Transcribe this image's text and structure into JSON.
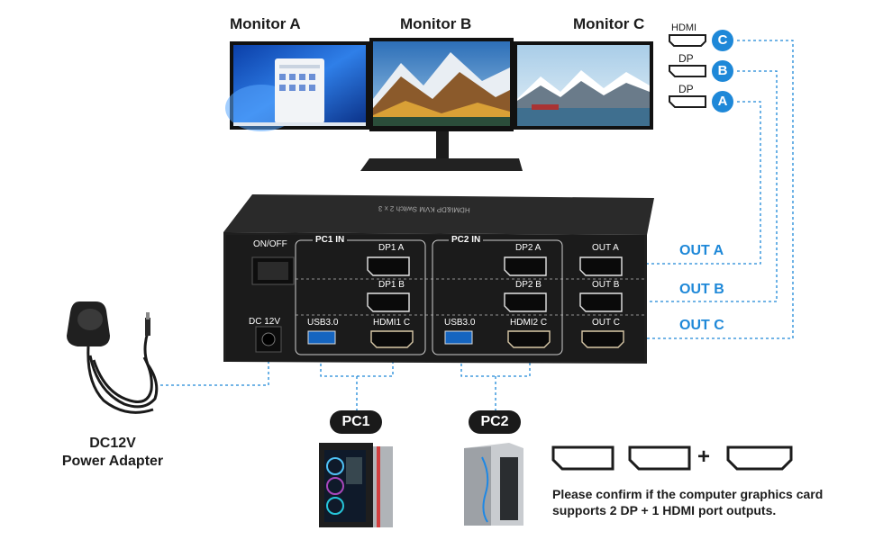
{
  "monitors": [
    {
      "label": "Monitor A"
    },
    {
      "label": "Monitor B"
    },
    {
      "label": "Monitor C"
    }
  ],
  "legend": [
    {
      "port": "HDMI",
      "letter": "C"
    },
    {
      "port": "DP",
      "letter": "B"
    },
    {
      "port": "DP",
      "letter": "A"
    }
  ],
  "kvm": {
    "top_text": "HDMI&DP KVM Switch 2 x 3",
    "power_label": "ON/OFF",
    "dc_label": "DC 12V",
    "pc1_group": "PC1 IN",
    "pc2_group": "PC2 IN",
    "pc1_ports": {
      "dp_a": "DP1 A",
      "dp_b": "DP1 B",
      "usb": "USB3.0",
      "hdmi": "HDMI1 C"
    },
    "pc2_ports": {
      "dp_a": "DP2 A",
      "dp_b": "DP2 B",
      "usb": "USB3.0",
      "hdmi": "HDMI2 C"
    },
    "out_ports": {
      "a": "OUT A",
      "b": "OUT B",
      "c": "OUT C"
    }
  },
  "outputs": [
    "OUT A",
    "OUT B",
    "OUT C"
  ],
  "pcs": [
    {
      "label": "PC1"
    },
    {
      "label": "PC2"
    }
  ],
  "adapter": {
    "line1": "DC12V",
    "line2": "Power Adapter"
  },
  "requirement": {
    "plus": "+",
    "line1": "Please confirm if the computer graphics card",
    "line2": "supports 2 DP + 1 HDMI port outputs."
  },
  "colors": {
    "accent": "#1e88d8",
    "device": "#1a1a1a"
  }
}
